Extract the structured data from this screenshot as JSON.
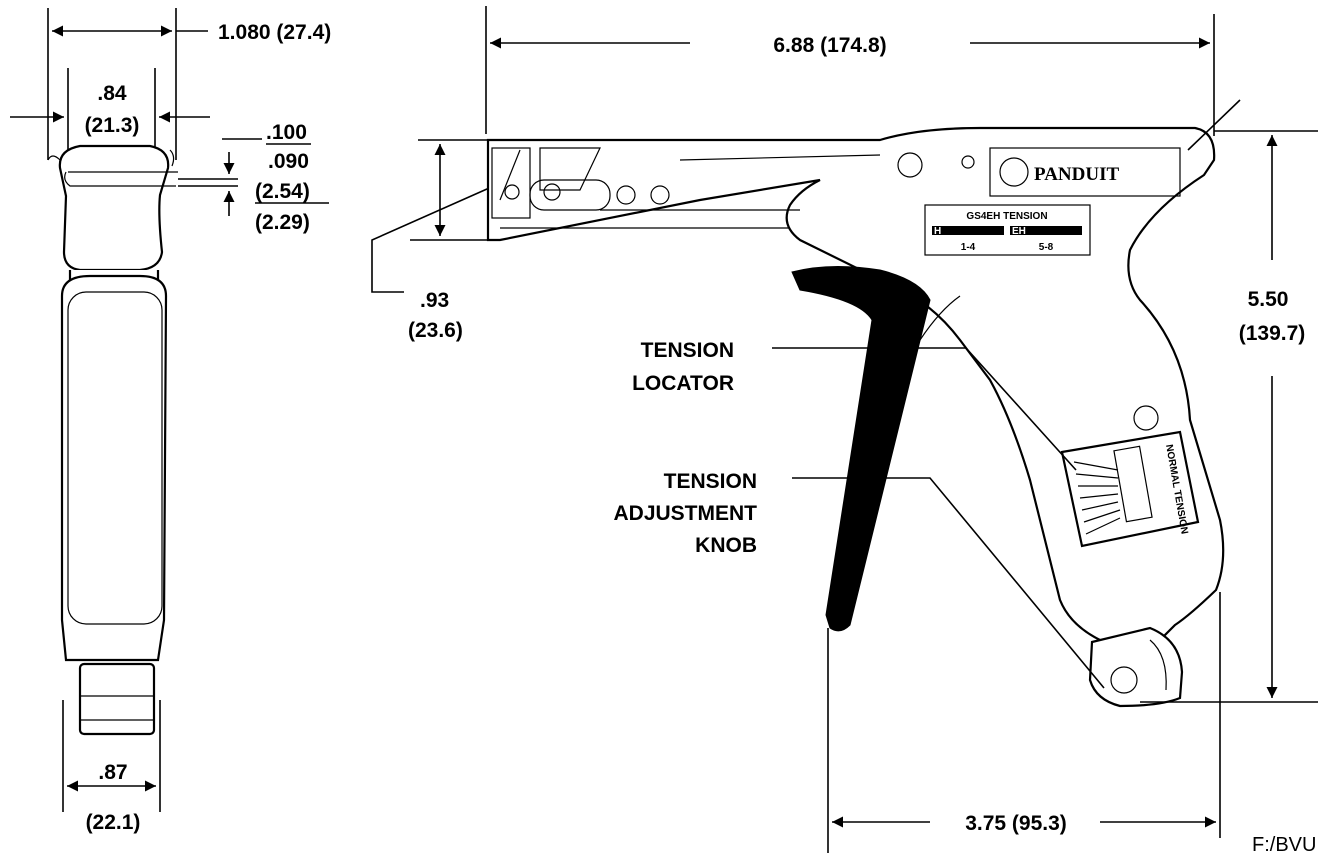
{
  "side_view": {
    "overall_width": "1.080 (27.4)",
    "head_width_in": ".84",
    "head_width_mm": "(21.3)",
    "slot_upper_in": ".100",
    "slot_lower_in": ".090",
    "slot_upper_mm": "(2.54)",
    "slot_lower_mm": "(2.29)",
    "bottom_width_in": ".87",
    "bottom_width_mm": "(22.1)"
  },
  "front_view": {
    "overall_length": "6.88  (174.8)",
    "nose_height_in": ".93",
    "nose_height_mm": "(23.6)",
    "overall_height_in": "5.50",
    "overall_height_mm": "(139.7)",
    "grip_span": "3.75  (95.3)",
    "brand_name": "PANDUIT",
    "tension_plate_title": "GS4EH TENSION",
    "tension_left_range": "1-4",
    "tension_right_range": "5-8",
    "tension_left_tag": "H",
    "tension_right_tag": "EH",
    "dial_label": "NORMAL TENSION"
  },
  "callouts": {
    "tension_locator_line1": "TENSION",
    "tension_locator_line2": "LOCATOR",
    "adjust_knob_line1": "TENSION",
    "adjust_knob_line2": "ADJUSTMENT",
    "adjust_knob_line3": "KNOB"
  },
  "footer": {
    "file_ref": "F:/BVU"
  }
}
